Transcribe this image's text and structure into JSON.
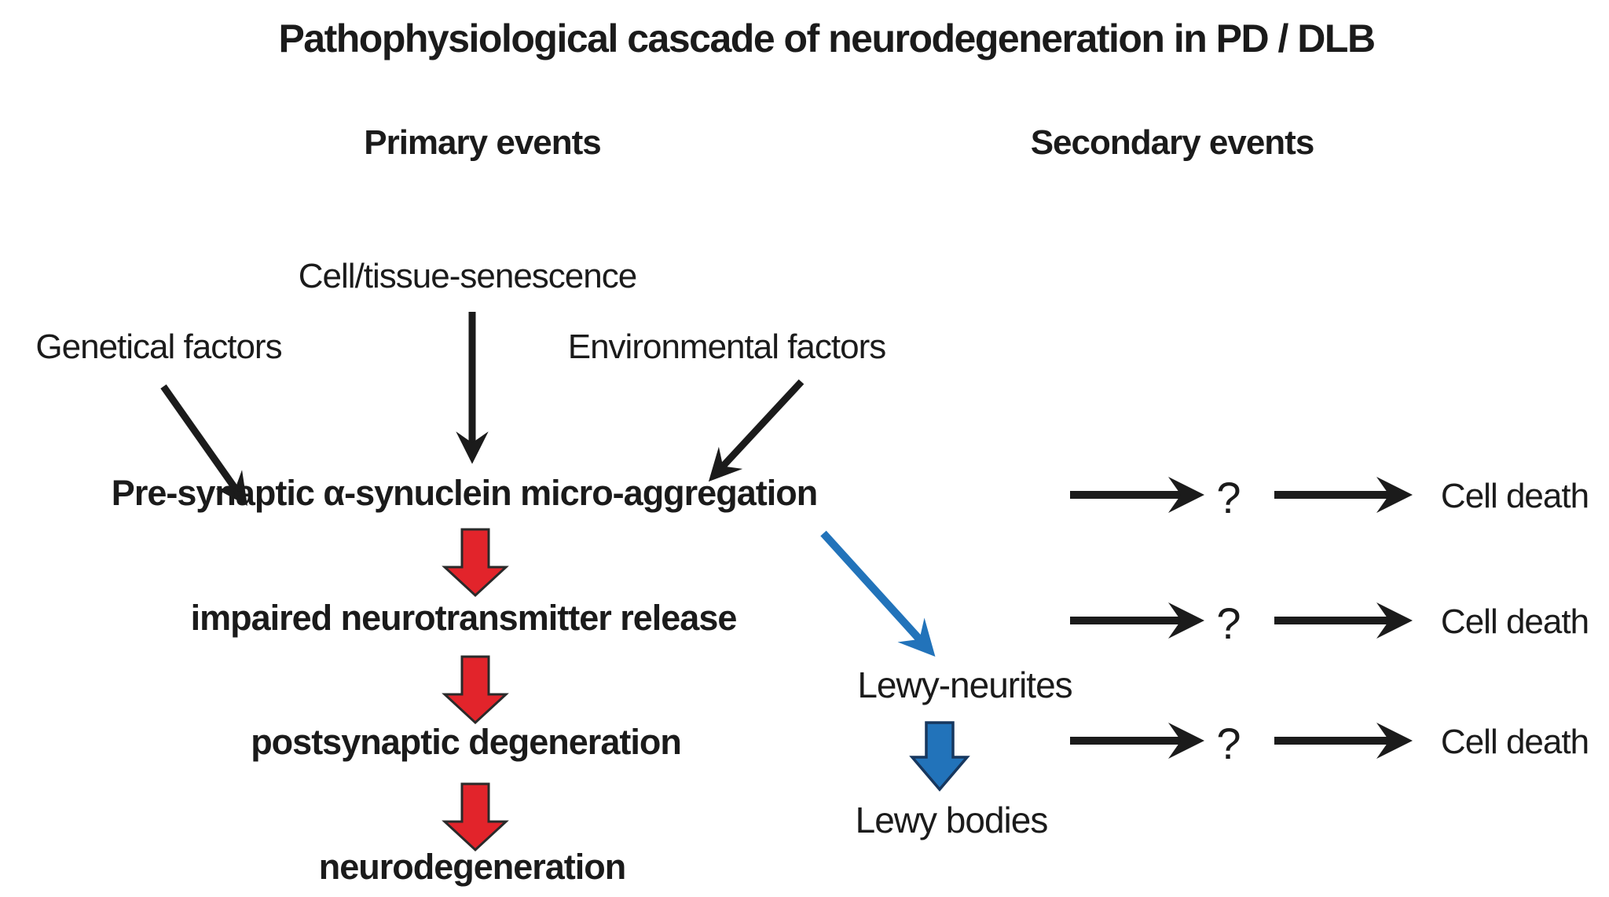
{
  "title": "Pathophysiological cascade of neurodegeneration in PD / DLB",
  "column_headings": {
    "primary": "Primary events",
    "secondary": "Secondary events"
  },
  "primary_pathway": {
    "upstream_factors": {
      "senescence": "Cell/tissue-senescence",
      "genetic": "Genetical factors",
      "environmental": "Environmental factors"
    },
    "cascade_steps": [
      "Pre-synaptic α-synuclein micro-aggregation",
      "impaired neurotransmitter release",
      "postsynaptic degeneration",
      "neurodegeneration"
    ]
  },
  "lewy_branch": {
    "neurites": "Lewy-neurites",
    "bodies": "Lewy bodies"
  },
  "secondary_pathway": {
    "rows": [
      {
        "unknown": "?",
        "outcome": "Cell death"
      },
      {
        "unknown": "?",
        "outcome": "Cell death"
      },
      {
        "unknown": "?",
        "outcome": "Cell death"
      }
    ]
  },
  "colors": {
    "background": "#ffffff",
    "text": "#1b1b1b",
    "black_arrow": "#1b1b1b",
    "red_arrow_fill": "#e2242b",
    "red_arrow_stroke": "#2a2a2a",
    "blue_arrow_fill": "#2273ba",
    "blue_arrow_stroke": "#17375e",
    "blue_line_arrow": "#2273ba"
  }
}
